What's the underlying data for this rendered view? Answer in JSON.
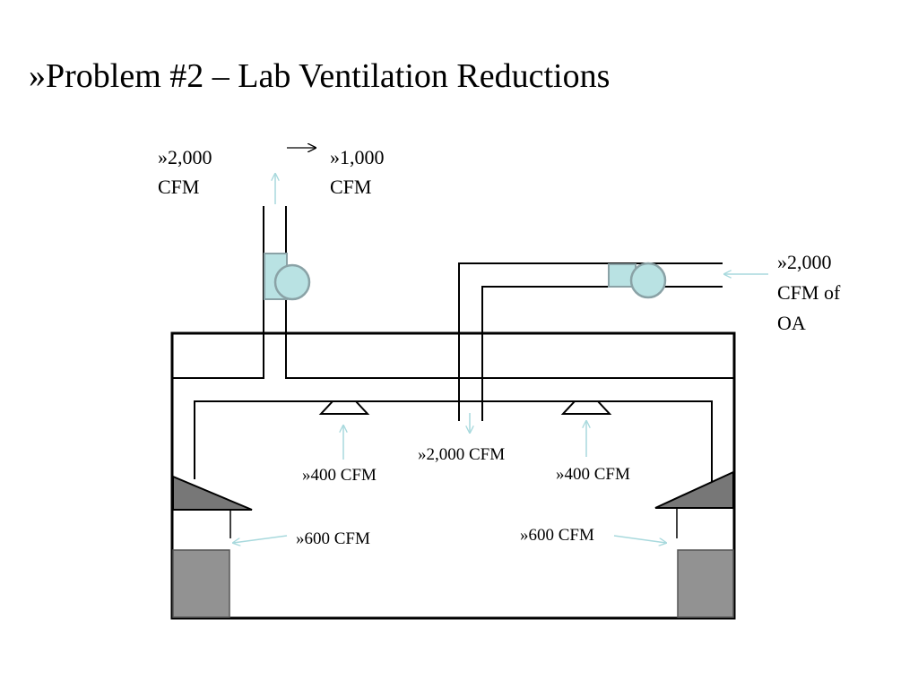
{
  "slide": {
    "title": "»Problem #2 – Lab Ventilation Reductions"
  },
  "labels": {
    "exhaust_before": [
      "»2,000",
      "CFM"
    ],
    "exhaust_after": [
      "»1,000",
      "CFM"
    ],
    "outside_air": [
      "»2,000",
      "CFM of",
      "OA"
    ],
    "supply_left": "»400 CFM",
    "supply_center": "»2,000 CFM",
    "supply_right": "»400 CFM",
    "hood_left": "»600 CFM",
    "hood_right": "»600 CFM"
  },
  "colors": {
    "stroke": "#000000",
    "fan": "#b9e2e3",
    "fan_stroke": "#8aa2a6",
    "arrow": "#a8d9dd",
    "hood": "#777777",
    "cabinet": "#929292"
  }
}
